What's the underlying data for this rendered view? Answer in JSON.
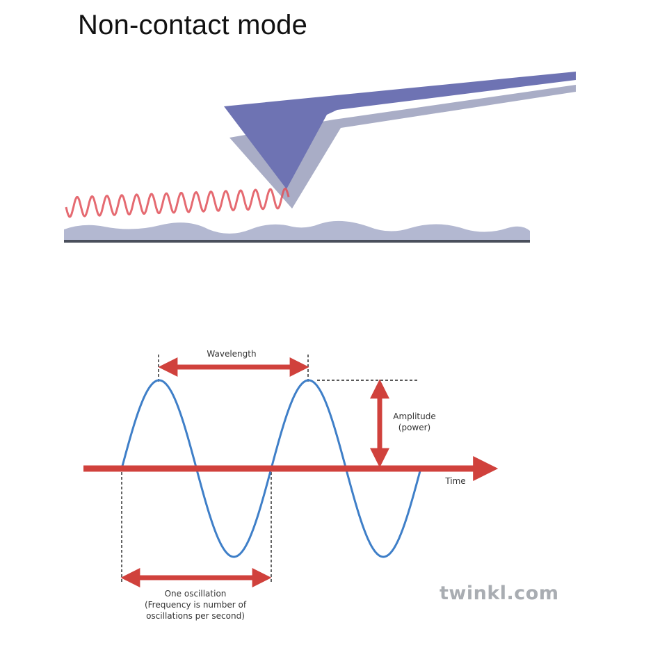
{
  "title": "Non-contact mode",
  "colors": {
    "cantilever": "#6e73b3",
    "cantilever_shadow": "#a9adc6",
    "surface": "#b3b8d1",
    "baseline": "#4a4f5c",
    "oscillation": "#e05058",
    "wave": "#3f7fc8",
    "arrow": "#d0413c"
  },
  "labels": {
    "wavelength": "Wavelength",
    "amplitude_line1": "Amplitude",
    "amplitude_line2": "(power)",
    "time": "Time",
    "oscillation_line1": "One oscillation",
    "oscillation_line2": "(Frequency is number of",
    "oscillation_line3": "oscillations per second)"
  },
  "watermark": "twinkl.com"
}
